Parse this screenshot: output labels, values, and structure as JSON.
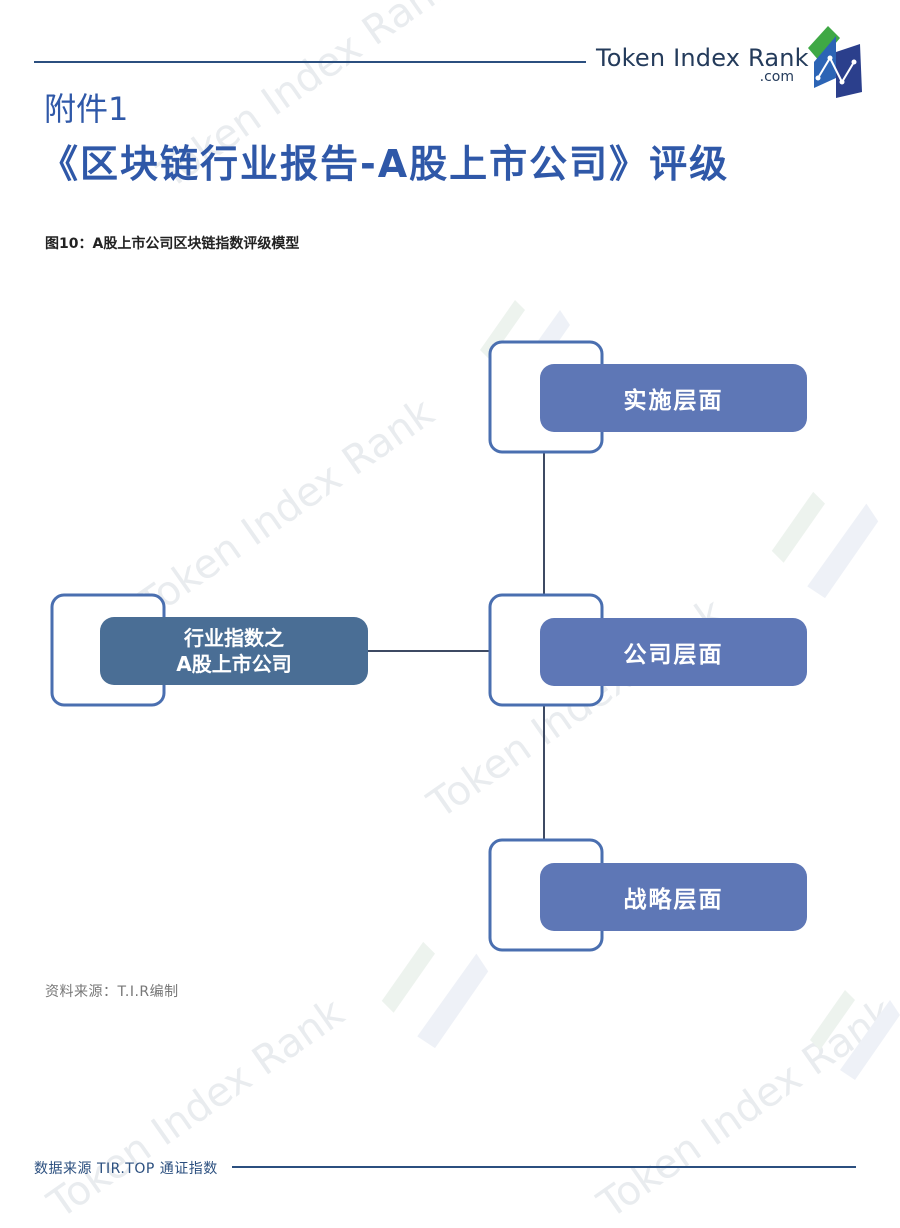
{
  "brand": {
    "name": "Token Index Rank",
    "domain": ".com"
  },
  "header": {
    "section_label": "附件1",
    "report_title": "《区块链行业报告-A股上市公司》评级"
  },
  "figure": {
    "caption": "图10：A股上市公司区块链指数评级模型",
    "source_note": "资料来源：T.I.R编制"
  },
  "diagram": {
    "root": {
      "label_line1": "行业指数之",
      "label_line2": "A股上市公司"
    },
    "layers": [
      {
        "label": "实施层面"
      },
      {
        "label": "公司层面"
      },
      {
        "label": "战略层面"
      }
    ]
  },
  "footer": {
    "text": "数据来源 TIR.TOP 通证指数"
  },
  "colors": {
    "title_blue": "#2f58a8",
    "root_fill": "#4a6e95",
    "layer_fill": "#5e77b6",
    "frame_stroke": "#4a6fb0",
    "connector": "#3e4a63",
    "rule": "#2b4f7f"
  }
}
